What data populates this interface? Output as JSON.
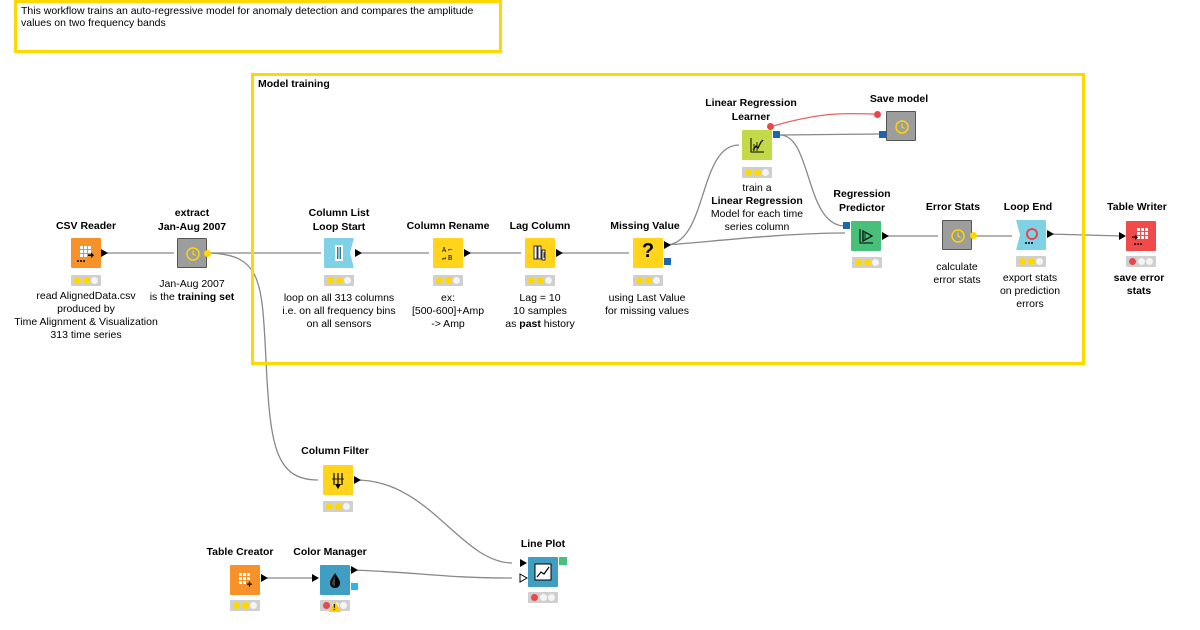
{
  "annotations": {
    "top_note": "This workflow trains an auto-regressive model    for anomaly detection and compares the amplitude values on two frequency bands",
    "model_training_label": "Model training"
  },
  "colors": {
    "annotation_border": "#ffd800",
    "wire": "#888888",
    "model_wire": "#e86464",
    "reader_orange": "#f7922b",
    "manipulator_yellow": "#ffd41a",
    "metanode_gray": "#9d9d9d",
    "loop_cyan": "#7fd1e6",
    "learner_green": "#c3d948",
    "predictor_green": "#49c07a",
    "writer_red": "#f04a4a",
    "viz_blue": "#3f9ec2"
  },
  "nodes": {
    "csv_reader": {
      "title": "CSV Reader",
      "icon": "table-read-icon",
      "desc": [
        "read AlignedData.csv",
        "produced by",
        "Time Alignment & Visualization",
        "313 time series"
      ],
      "status": [
        "yellow",
        "yellow",
        "off"
      ]
    },
    "extract": {
      "title_1": "extract",
      "title_2": "Jan-Aug 2007",
      "icon": "metanode-icon",
      "desc_1": "Jan-Aug 2007",
      "desc_2_plain": "is the ",
      "desc_2_bold": "training set"
    },
    "column_list_loop_start": {
      "title_1": "Column List",
      "title_2": "Loop Start",
      "icon": "loop-start-icon",
      "desc": [
        "loop on all 313 columns",
        "i.e. on all frequency bins",
        "on all sensors"
      ],
      "status": [
        "yellow",
        "yellow",
        "off"
      ]
    },
    "column_rename": {
      "title": "Column Rename",
      "icon": "rename-icon",
      "desc": [
        "ex:",
        "[500-600]+Amp",
        "-> Amp"
      ],
      "status": [
        "yellow",
        "yellow",
        "off"
      ]
    },
    "lag_column": {
      "title": "Lag Column",
      "icon": "lag-column-icon",
      "desc_1": "Lag = 10",
      "desc_2": "10 samples",
      "desc_3_plain": "as ",
      "desc_3_bold": "past",
      "desc_3_tail": " history",
      "status": [
        "yellow",
        "yellow",
        "off"
      ]
    },
    "missing_value": {
      "title": "Missing Value",
      "icon": "question-icon",
      "glyph": "?",
      "desc": [
        "using Last Value",
        "for missing values"
      ],
      "status": [
        "yellow",
        "yellow",
        "off"
      ]
    },
    "linear_regression_learner": {
      "title_1": "Linear Regression",
      "title_2": "Learner",
      "icon": "regression-learner-icon",
      "desc_1": "train a",
      "desc_2": "Linear Regression",
      "desc_3": "Model for each time",
      "desc_4": "series column",
      "status": [
        "yellow",
        "yellow",
        "off"
      ]
    },
    "save_model": {
      "title": "Save model",
      "icon": "metanode-icon"
    },
    "regression_predictor": {
      "title_1": "Regression",
      "title_2": "Predictor",
      "icon": "regression-predictor-icon",
      "status": [
        "yellow",
        "yellow",
        "off"
      ]
    },
    "error_stats": {
      "title": "Error Stats",
      "icon": "metanode-icon",
      "desc": [
        "calculate",
        "error stats"
      ]
    },
    "loop_end": {
      "title": "Loop End",
      "icon": "loop-end-icon",
      "desc": [
        "export stats",
        "on prediction",
        "errors"
      ],
      "status": [
        "yellow",
        "yellow",
        "off"
      ]
    },
    "table_writer": {
      "title": "Table Writer",
      "icon": "table-write-icon",
      "desc": [
        "save error",
        "stats"
      ],
      "status": [
        "red",
        "off",
        "off"
      ]
    },
    "column_filter": {
      "title": "Column Filter",
      "icon": "column-filter-icon",
      "status": [
        "yellow",
        "yellow",
        "off"
      ]
    },
    "table_creator": {
      "title": "Table Creator",
      "icon": "table-create-icon",
      "status": [
        "yellow",
        "yellow",
        "off"
      ]
    },
    "color_manager": {
      "title": "Color Manager",
      "icon": "color-drop-icon",
      "status": [
        "red",
        "warn",
        "off"
      ]
    },
    "line_plot": {
      "title": "Line Plot",
      "icon": "line-chart-icon",
      "status": [
        "red",
        "off",
        "off"
      ]
    }
  },
  "status_colors": {
    "yellow": "#ffd800",
    "red": "#e8474b",
    "off": "#f4f4f4"
  }
}
